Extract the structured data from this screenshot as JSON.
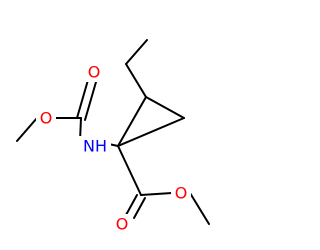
{
  "colors": {
    "bond": "#000000",
    "oxygen": "#ff0000",
    "nitrogen": "#0000ff",
    "background": "#ffffff"
  },
  "atoms": {
    "o_top_carbamate": "O",
    "o_ether_carbamate": "O",
    "nh": "NH",
    "o_carbonyl_ester": "O",
    "o_ether_ester": "O"
  }
}
